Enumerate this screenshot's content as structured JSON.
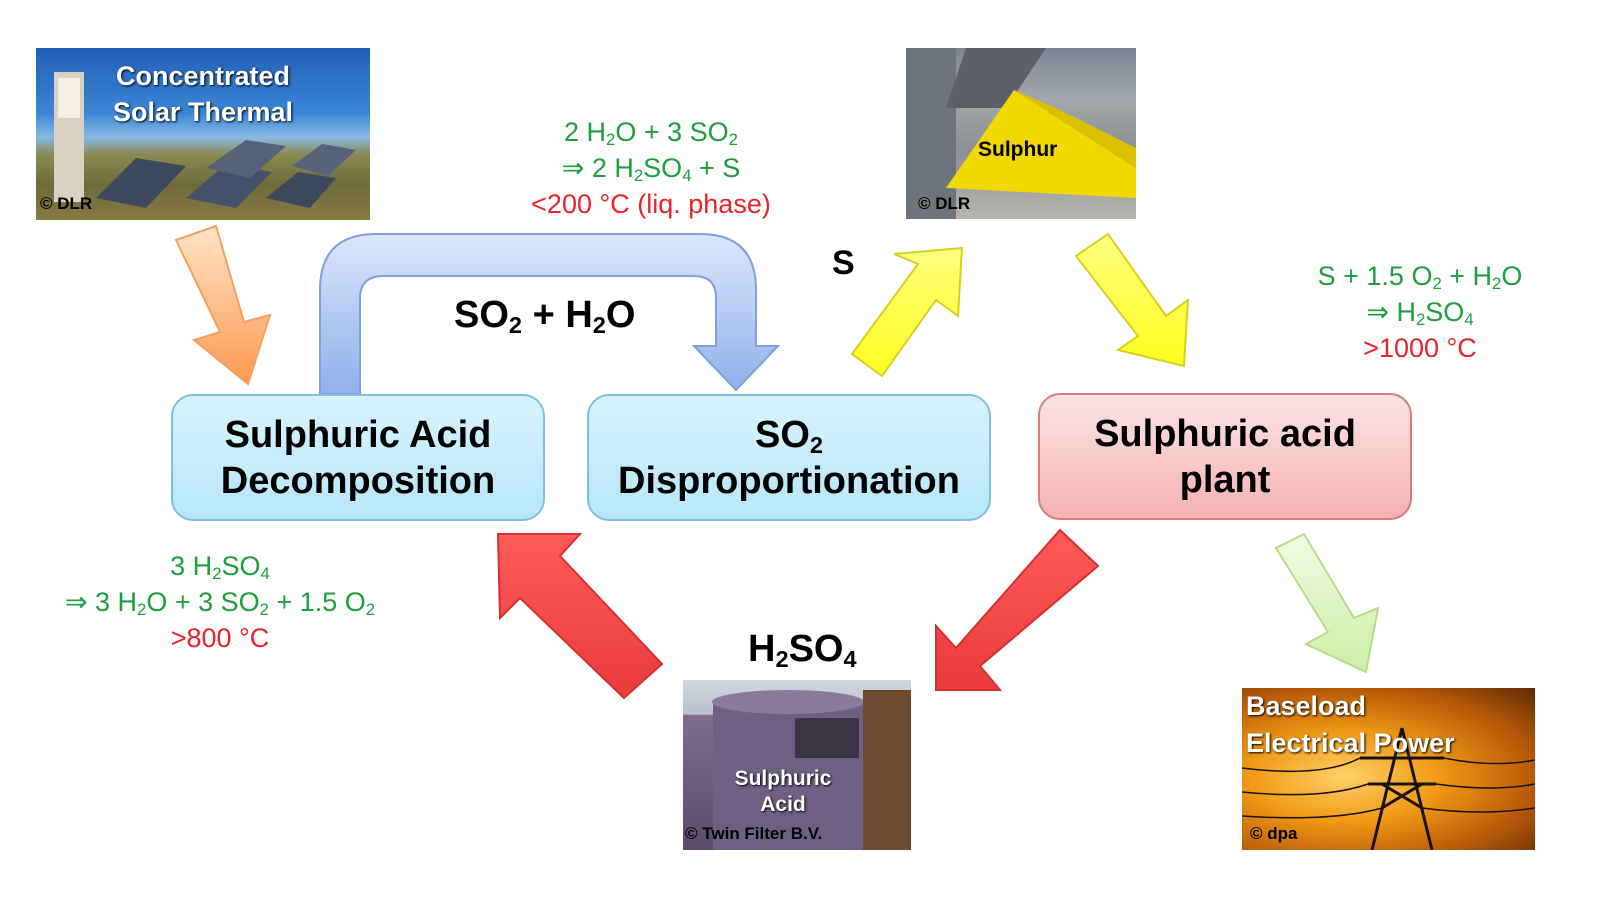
{
  "colors": {
    "process_box_blue": "#b6e6f9",
    "process_box_red": "#f4b2b2",
    "equation_green": "#1e9e3e",
    "temperature_red": "#e8242a",
    "arrow_orange": "#ffb070",
    "arrow_blue": "#a9c4f2",
    "arrow_yellow": "#ffff40",
    "arrow_red": "#f04a4a",
    "arrow_lightgreen": "#d6f2b0"
  },
  "photos": {
    "solar": {
      "caption_line1": "Concentrated",
      "caption_line2": "Solar Thermal",
      "copyright": "© DLR"
    },
    "sulphur": {
      "caption": "Sulphur",
      "copyright": "© DLR"
    },
    "acid": {
      "caption_line1": "Sulphuric",
      "caption_line2": "Acid",
      "copyright": "© Twin Filter B.V."
    },
    "power": {
      "caption_line1": "Baseload",
      "caption_line2": "Electrical Power",
      "copyright": "© dpa"
    }
  },
  "boxes": {
    "decomposition": {
      "line1": "Sulphuric Acid",
      "line2": "Decomposition"
    },
    "disproportionation": {
      "line1_base": "SO",
      "line1_sub": "2",
      "line2": "Disproportionation"
    },
    "plant": {
      "line1": "Sulphuric acid",
      "line2": "plant"
    }
  },
  "labels": {
    "recycle_so2": {
      "a": "SO",
      "a_sub": "2",
      "b": " + H",
      "b_sub": "2",
      "c": "O"
    },
    "sulphur_s": "S",
    "h2so4": {
      "a": "H",
      "a_sub": "2",
      "b": "SO",
      "b_sub": "4"
    }
  },
  "equations": {
    "disproportionation": {
      "line1": {
        "a": "2 H",
        "a_sub": "2",
        "b": "O + 3 SO",
        "b_sub": "2"
      },
      "line2": {
        "a": "⇒ 2 H",
        "a_sub": "2",
        "b": "SO",
        "b_sub": "4",
        "c": " + S"
      },
      "temperature": "<200 °C (liq. phase)"
    },
    "plant": {
      "line1": {
        "a": "S + 1.5 O",
        "a_sub": "2",
        "b": " + H",
        "b_sub": "2",
        "c": "O"
      },
      "line2": {
        "a": "⇒ H",
        "a_sub": "2",
        "b": "SO",
        "b_sub": "4"
      },
      "temperature": ">1000 °C"
    },
    "decomposition": {
      "line1": {
        "a": "3 H",
        "a_sub": "2",
        "b": "SO",
        "b_sub": "4"
      },
      "line2": {
        "a": "⇒ 3 H",
        "a_sub": "2",
        "b": "O + 3 SO",
        "b_sub": "2",
        "c": " + 1.5 O",
        "c_sub": "2"
      },
      "temperature": ">800 °C"
    }
  }
}
